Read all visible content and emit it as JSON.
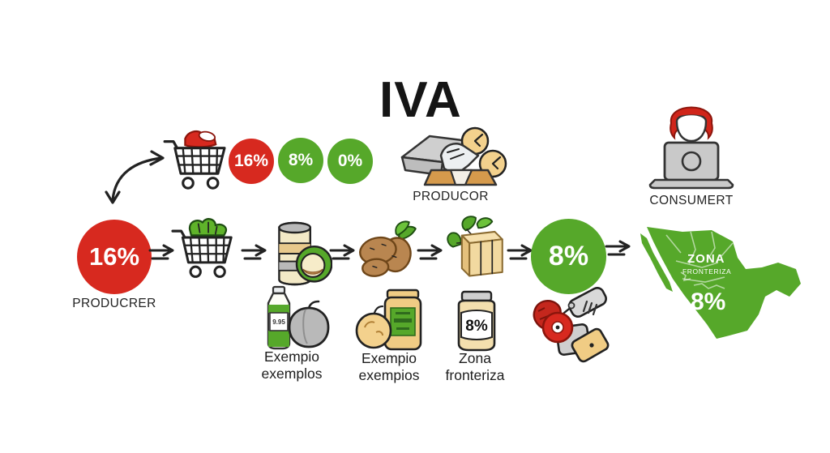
{
  "title": "IVA",
  "colors": {
    "red": "#d7291f",
    "green": "#56a82a",
    "tan": "#f0cc84",
    "gray": "#c9c9c9"
  },
  "top": {
    "badges": [
      {
        "label": "16%",
        "color": "#d7291f"
      },
      {
        "label": "8%",
        "color": "#56a82a"
      },
      {
        "label": "0%",
        "color": "#56a82a"
      }
    ],
    "producer_label": "PRODUCOR",
    "consumer_label": "CONSUMERT"
  },
  "chain": {
    "start_rate": "16%",
    "start_label": "PRODUCRER",
    "end_rate": "8%"
  },
  "map": {
    "zona": "ZONA",
    "fronteriza": "FRONTERIZA",
    "rate": "8%"
  },
  "items": {
    "bottle_apple": {
      "line1": "Exempio",
      "line2": "exemplos",
      "price": "9.95"
    },
    "jar_fruit": {
      "line1": "Exempio",
      "line2": "exempios"
    },
    "border_jar": {
      "line1": "Zona",
      "line2": "fronteriza",
      "rate": "8%"
    }
  }
}
